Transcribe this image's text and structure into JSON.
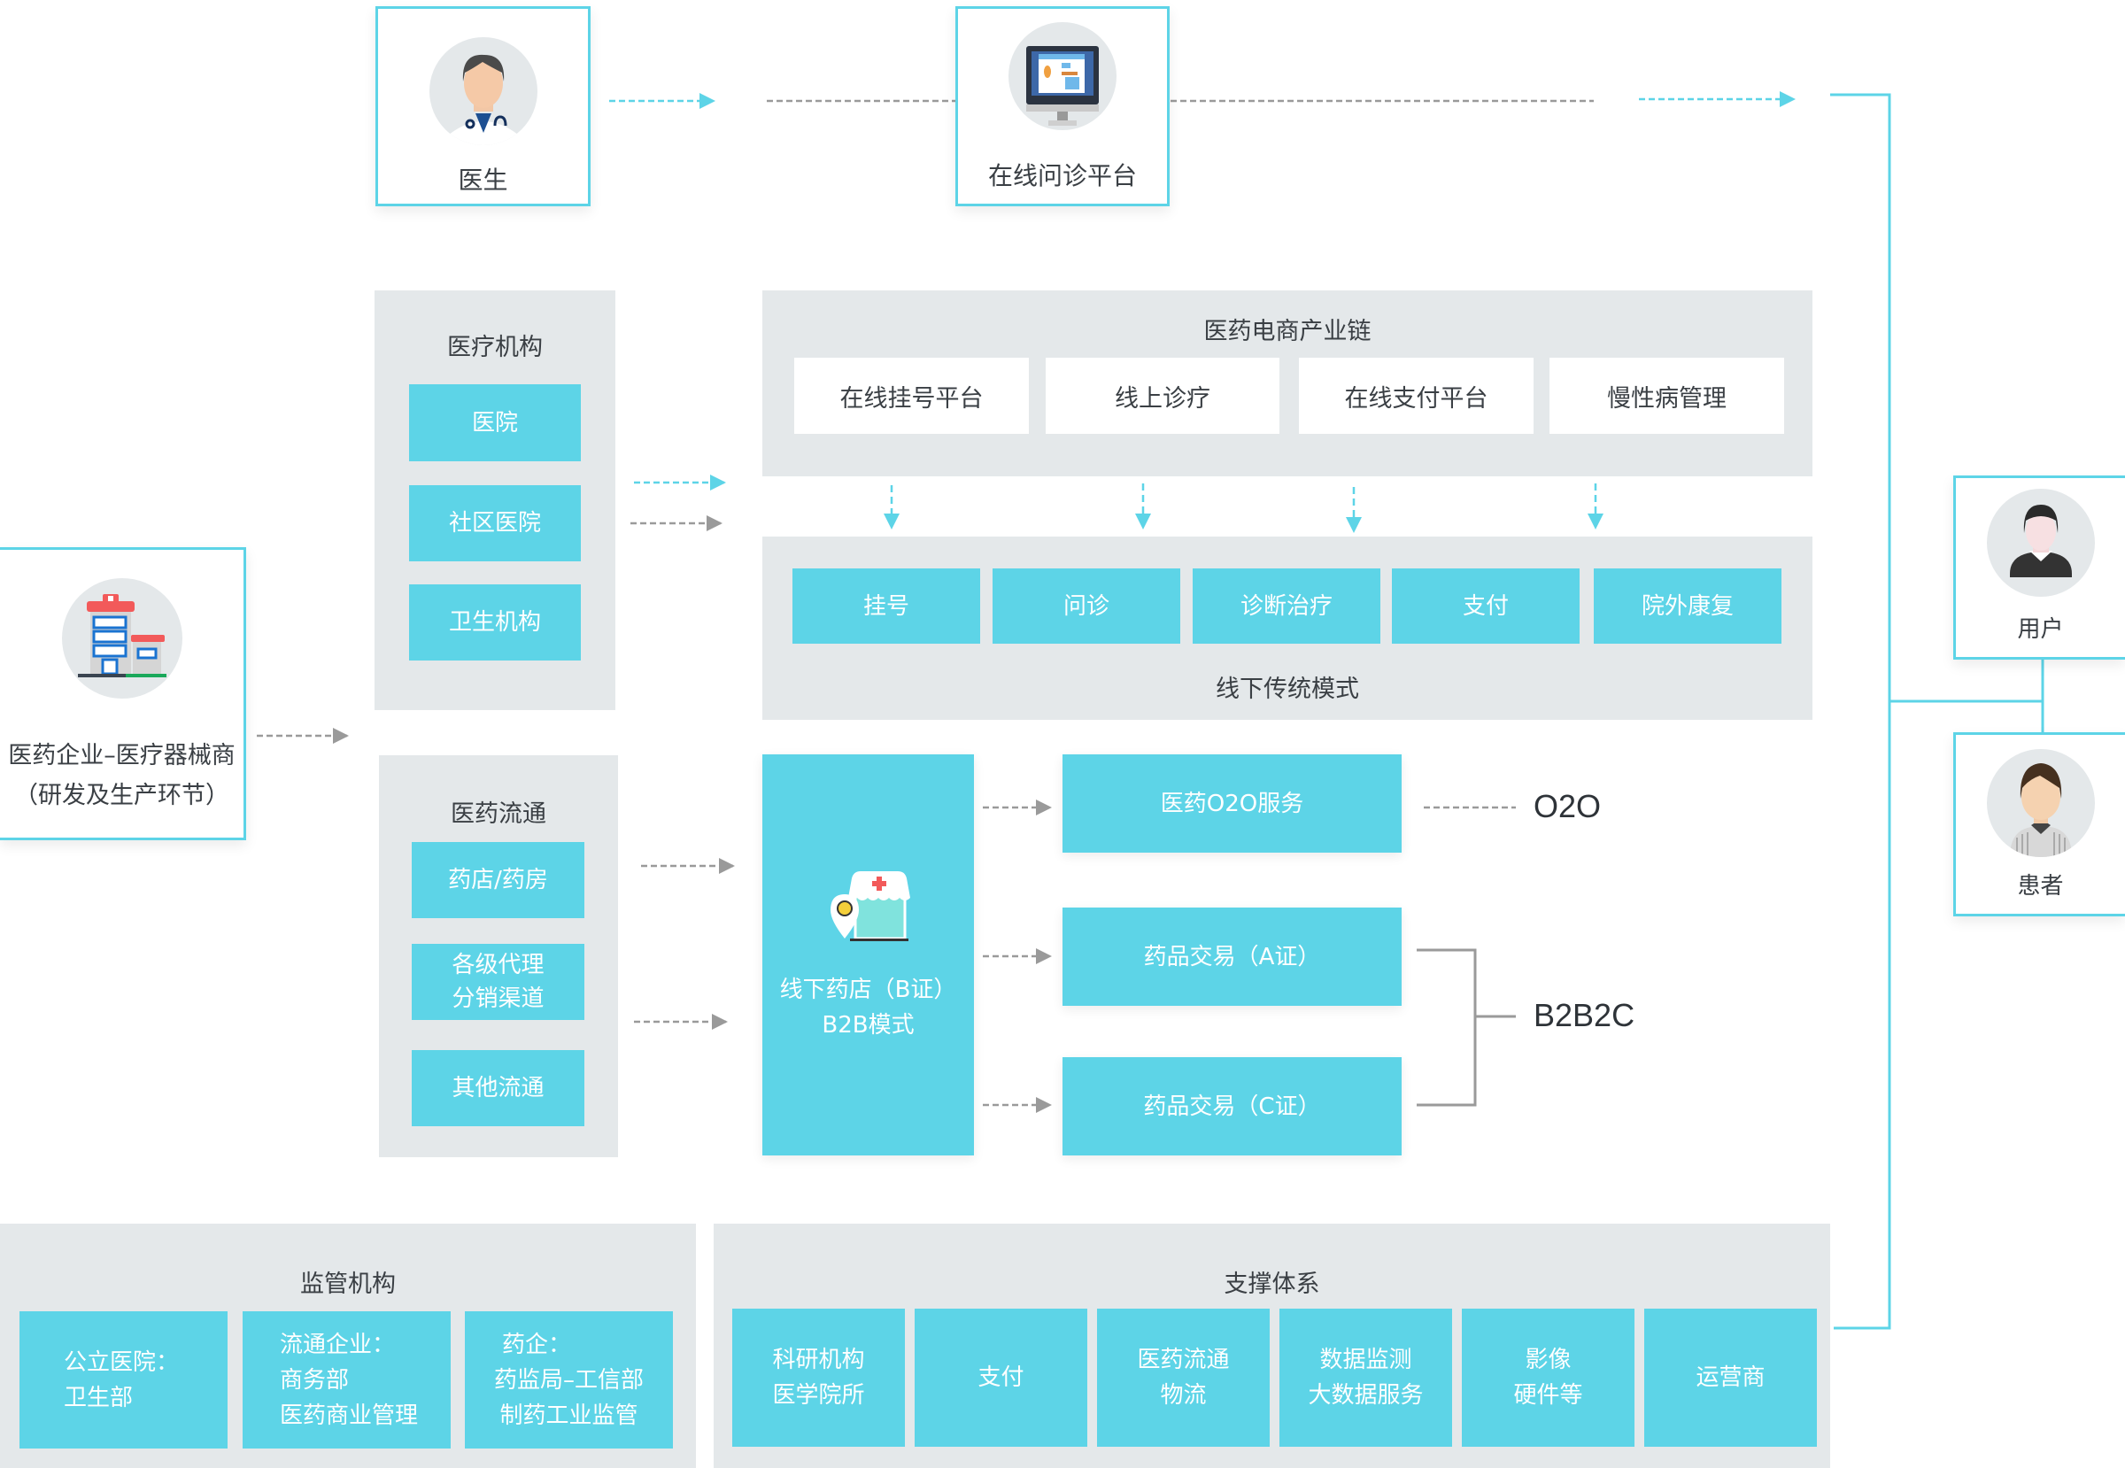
{
  "top": {
    "doctor": {
      "label": "医生",
      "icon": "doctor-avatar-icon"
    },
    "online_consult": {
      "label": "在线问诊平台",
      "icon": "monitor-icon"
    }
  },
  "enterprise": {
    "line1": "医药企业–医疗器械商",
    "line2": "（研发及生产环节）",
    "icon": "hospital-building-icon"
  },
  "medical": {
    "title": "医疗机构",
    "items": [
      "医院",
      "社区医院",
      "卫生机构"
    ]
  },
  "chain": {
    "title": "医药电商产业链",
    "items": [
      "在线挂号平台",
      "线上诊疗",
      "在线支付平台",
      "慢性病管理"
    ]
  },
  "traditional": {
    "title": "线下传统模式",
    "items": [
      "挂号",
      "问诊",
      "诊断治疗",
      "支付",
      "院外康复"
    ]
  },
  "circulation": {
    "title": "医药流通",
    "items": [
      {
        "line1": "药店/药房",
        "line2": ""
      },
      {
        "line1": "各级代理",
        "line2": "分销渠道"
      },
      {
        "line1": "其他流通",
        "line2": ""
      }
    ]
  },
  "pharmacy": {
    "line1": "线下药店（B证）",
    "line2": "B2B模式",
    "icon": "pharmacy-store-icon"
  },
  "services": {
    "o2o": "医药O2O服务",
    "trade_a": "药品交易（A证）",
    "trade_c": "药品交易（C证）"
  },
  "models": {
    "o2o": "O2O",
    "b2b2c": "B2B2C"
  },
  "right": {
    "user": {
      "label": "用户",
      "icon": "user-avatar-icon"
    },
    "patient": {
      "label": "患者",
      "icon": "patient-avatar-icon"
    }
  },
  "regulatory": {
    "title": "监管机构",
    "items": [
      {
        "lines": [
          "公立医院：",
          "卫生部"
        ]
      },
      {
        "lines": [
          "流通企业：",
          "商务部",
          "医药商业管理"
        ]
      },
      {
        "lines": [
          "药企：",
          "药监局–工信部",
          "制药工业监管"
        ]
      }
    ]
  },
  "support": {
    "title": "支撑体系",
    "items": [
      {
        "lines": [
          "科研机构",
          "医学院所"
        ]
      },
      {
        "lines": [
          "支付"
        ]
      },
      {
        "lines": [
          "医药流通",
          "物流"
        ]
      },
      {
        "lines": [
          "数据监测",
          "大数据服务"
        ]
      },
      {
        "lines": [
          "影像",
          "硬件等"
        ]
      },
      {
        "lines": [
          "运营商"
        ]
      }
    ]
  },
  "colors": {
    "accent": "#5dd4e7",
    "panel": "#e4e8ea",
    "arrow_gray": "#9a9a9a",
    "text": "#3a3f44"
  }
}
